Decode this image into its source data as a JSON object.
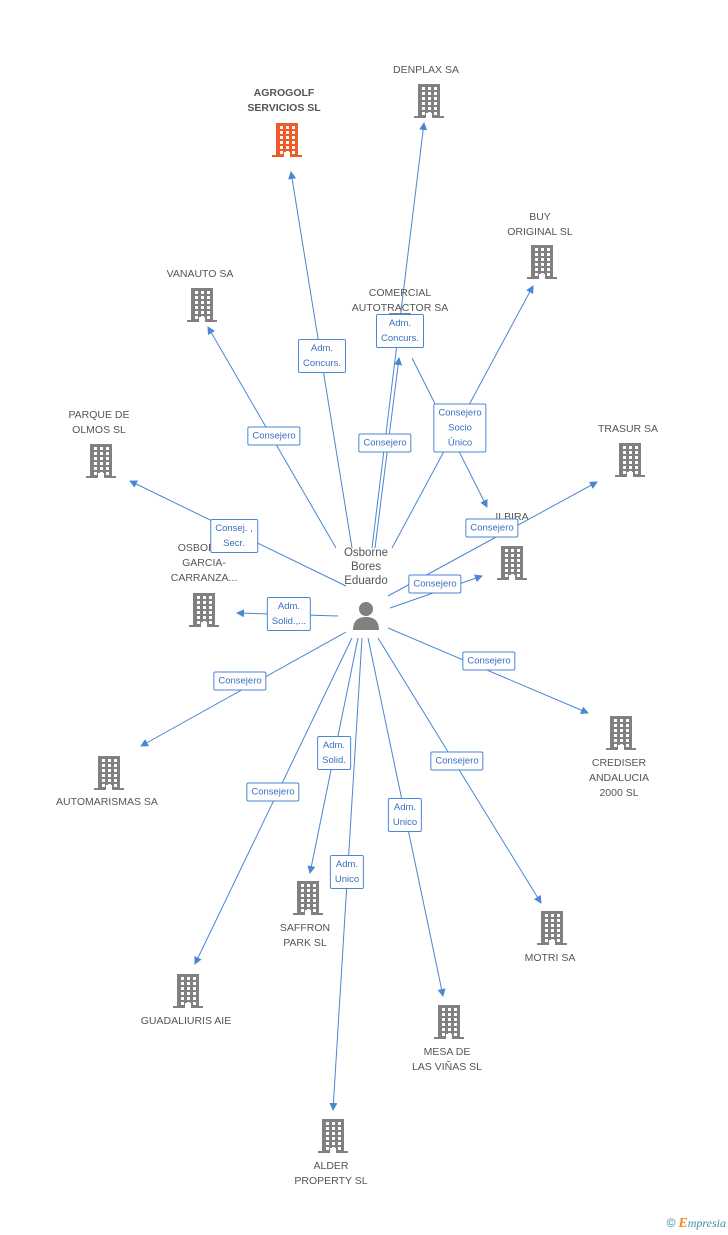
{
  "person": {
    "label": "Osborne\nBores\nEduardo"
  },
  "colors": {
    "edge": "#4a86d4",
    "building": "#808080",
    "focus_building": "#f05a28",
    "person": "#808080"
  },
  "companies": [
    {
      "id": "agrogolf",
      "label": "AGROGOLF\nSERVICIOS SL",
      "focus": true
    },
    {
      "id": "denplax",
      "label": "DENPLAX SA"
    },
    {
      "id": "buy-original",
      "label": "BUY\nORIGINAL SL"
    },
    {
      "id": "vanauto",
      "label": "VANAUTO SA"
    },
    {
      "id": "comercial-autotractor",
      "label": "COMERCIAL\nAUTOTRACTOR SA"
    },
    {
      "id": "parque-olmos",
      "label": "PARQUE DE\nOLMOS SL"
    },
    {
      "id": "trasur",
      "label": "TRASUR SA"
    },
    {
      "id": "ilbira",
      "label": "ILBIRA\nSL"
    },
    {
      "id": "osborne-garcia",
      "label": "OSBORNE\nGARCIA-\nCARRANZA..."
    },
    {
      "id": "automarismas",
      "label": "AUTOMARISMAS SA"
    },
    {
      "id": "crediser",
      "label": "CREDISER\nANDALUCIA\n2000 SL"
    },
    {
      "id": "saffron",
      "label": "SAFFRON\nPARK SL"
    },
    {
      "id": "motri",
      "label": "MOTRI SA"
    },
    {
      "id": "guadaliuris",
      "label": "GUADALIURIS AIE"
    },
    {
      "id": "mesa-vinas",
      "label": "MESA DE\nLAS VIÑAS SL"
    },
    {
      "id": "alder",
      "label": "ALDER\nPROPERTY SL"
    }
  ],
  "relations": [
    {
      "target": "agrogolf",
      "label": "Adm.\nConcurs."
    },
    {
      "target": "denplax",
      "label": "Consejero"
    },
    {
      "target": "comercial-autotractor",
      "label": "Adm.\nConcurs."
    },
    {
      "target": "buy-original",
      "label": "Consejero\nSocio\nÚnico"
    },
    {
      "target": "ilbira",
      "label": ""
    },
    {
      "target": "vanauto",
      "label": "Consejero"
    },
    {
      "target": "parque-olmos",
      "label": "Consej. ,\nSecr."
    },
    {
      "target": "trasur",
      "label": "Consejero"
    },
    {
      "target": "ilbira",
      "label": "Consejero"
    },
    {
      "target": "osborne-garcia",
      "label": "Adm.\nSolid.,..."
    },
    {
      "target": "automarismas",
      "label": "Consejero"
    },
    {
      "target": "crediser",
      "label": "Consejero"
    },
    {
      "target": "saffron",
      "label": "Adm.\nSolid."
    },
    {
      "target": "motri",
      "label": "Consejero"
    },
    {
      "target": "guadaliuris",
      "label": "Consejero"
    },
    {
      "target": "mesa-vinas",
      "label": "Adm.\nUnico"
    },
    {
      "target": "alder",
      "label": "Adm.\nUnico"
    }
  ],
  "footer": {
    "copyright": "©",
    "brand_initial": "E",
    "brand_rest": "mpresia"
  }
}
